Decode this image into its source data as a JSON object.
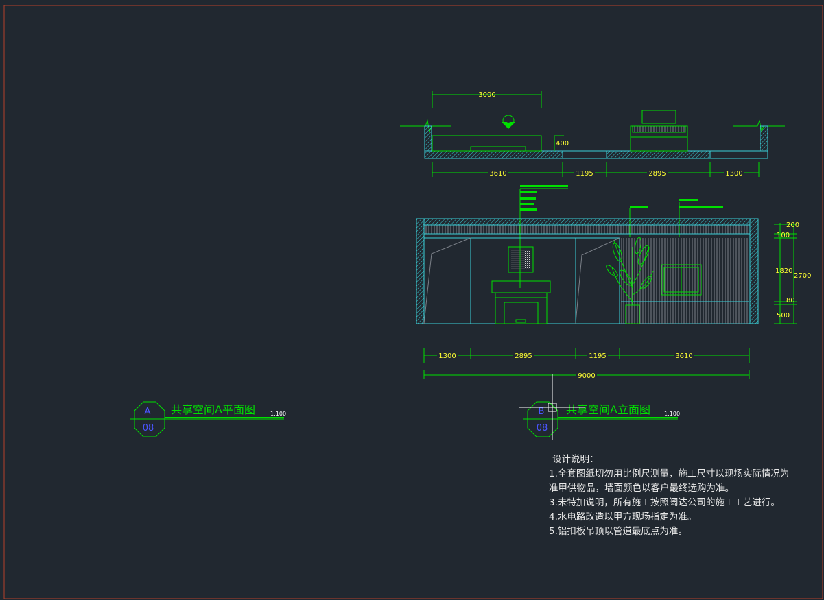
{
  "colors": {
    "background": "#212830",
    "border": "#b5402a",
    "green": "#00e000",
    "cyan": "#3ad0d8",
    "yellow": "#ffff33",
    "white": "#ffffff",
    "blue": "#4a55ff"
  },
  "plan": {
    "top_dimension": "3000",
    "aux_dimension": "400",
    "dimensions": [
      "3610",
      "1195",
      "2895",
      "1300"
    ]
  },
  "elevation": {
    "bottom_dimensions": [
      "1300",
      "2895",
      "1195",
      "3610"
    ],
    "total_dimension": "9000",
    "right_dimensions": [
      "200",
      "100",
      "1820",
      "2700",
      "80",
      "500"
    ]
  },
  "titles": {
    "plan_title": "共享空间A平面图",
    "plan_scale": "1:100",
    "plan_symbol_top": "A",
    "plan_symbol_bottom": "08",
    "elev_title": "共享空间A立面图",
    "elev_scale": "1:100",
    "elev_symbol_top": "B",
    "elev_symbol_bottom": "08"
  },
  "notes": {
    "heading": "设计说明：",
    "lines": [
      "1.全套图纸切勿用比例尺测量，施工尺寸以现场实际情况为",
      "准甲供物品，墙面颜色以客户最终选购为准。",
      "3.未特加说明，所有施工按照阔达公司的施工工艺进行。",
      "4.水电路改造以甲方现场指定为准。",
      "5.铝扣板吊顶以管道最底点为准。"
    ]
  }
}
